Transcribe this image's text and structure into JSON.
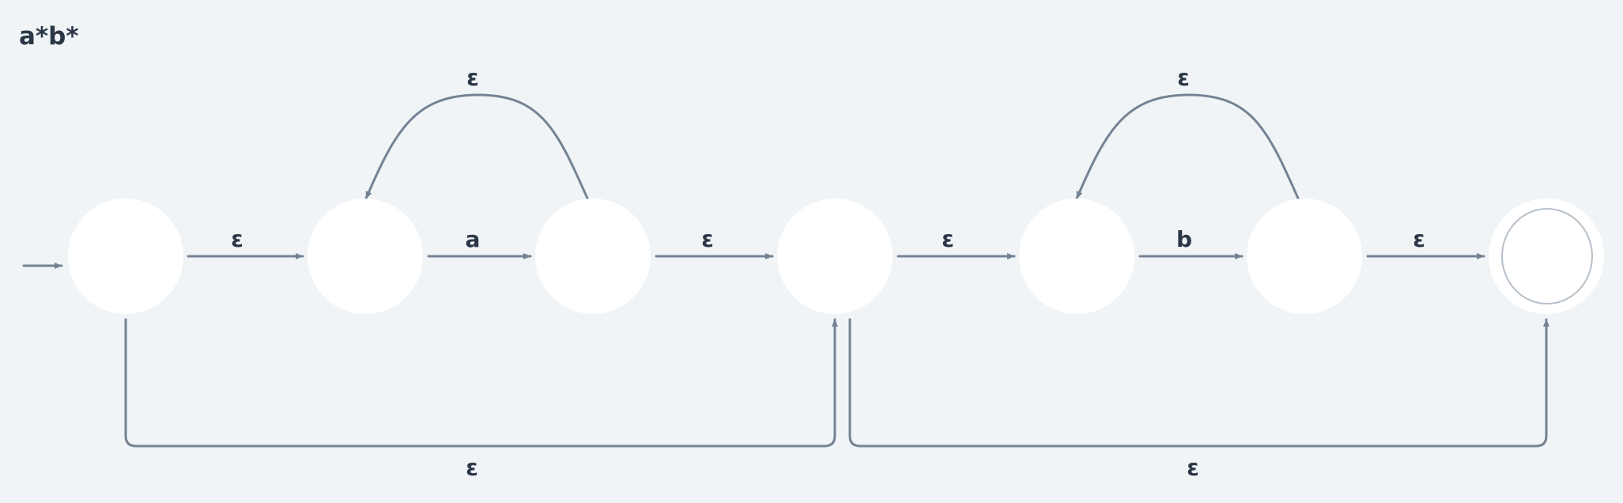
{
  "title": "a*b*",
  "colors": {
    "background": "#f0f4f7",
    "edge": "#748393",
    "label": "#2b3746",
    "state_fill": "#ffffff"
  },
  "states": [
    {
      "id": "s0",
      "start": true,
      "accepting": false
    },
    {
      "id": "s1",
      "start": false,
      "accepting": false
    },
    {
      "id": "s2",
      "start": false,
      "accepting": false
    },
    {
      "id": "s3",
      "start": false,
      "accepting": false
    },
    {
      "id": "s4",
      "start": false,
      "accepting": false
    },
    {
      "id": "s5",
      "start": false,
      "accepting": false
    },
    {
      "id": "s6",
      "start": false,
      "accepting": true
    }
  ],
  "transitions": [
    {
      "from": "s0",
      "to": "s1",
      "label": "ε"
    },
    {
      "from": "s1",
      "to": "s2",
      "label": "a"
    },
    {
      "from": "s2",
      "to": "s1",
      "label": "ε"
    },
    {
      "from": "s2",
      "to": "s3",
      "label": "ε"
    },
    {
      "from": "s0",
      "to": "s3",
      "label": "ε"
    },
    {
      "from": "s3",
      "to": "s4",
      "label": "ε"
    },
    {
      "from": "s4",
      "to": "s5",
      "label": "b"
    },
    {
      "from": "s5",
      "to": "s4",
      "label": "ε"
    },
    {
      "from": "s5",
      "to": "s6",
      "label": "ε"
    },
    {
      "from": "s3",
      "to": "s6",
      "label": "ε"
    }
  ]
}
